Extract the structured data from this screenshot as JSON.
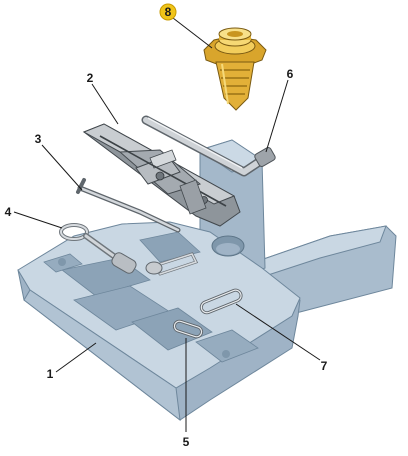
{
  "callouts": [
    {
      "id": "1",
      "label": "1",
      "part": "tool-tray",
      "highlighted": false
    },
    {
      "id": "2",
      "label": "2",
      "part": "jack",
      "highlighted": false
    },
    {
      "id": "3",
      "label": "3",
      "part": "crank-handle",
      "highlighted": false
    },
    {
      "id": "4",
      "label": "4",
      "part": "towing-eye",
      "highlighted": false
    },
    {
      "id": "5",
      "label": "5",
      "part": "wire-hook",
      "highlighted": false
    },
    {
      "id": "6",
      "label": "6",
      "part": "wheel-wrench",
      "highlighted": false
    },
    {
      "id": "7",
      "label": "7",
      "part": "bolt-remover-clip",
      "highlighted": false
    },
    {
      "id": "8",
      "label": "8",
      "part": "wheel-retaining-bolt",
      "highlighted": true
    }
  ],
  "colors": {
    "tray_top": "#c9d7e3",
    "tray_side": "#a9bccd",
    "tray_dark": "#7f97ab",
    "metal": "#c8ccd0",
    "metal_dark": "#6f767c",
    "bolt_gold": "#e7b73a",
    "highlight_ring": "#f0c419"
  }
}
